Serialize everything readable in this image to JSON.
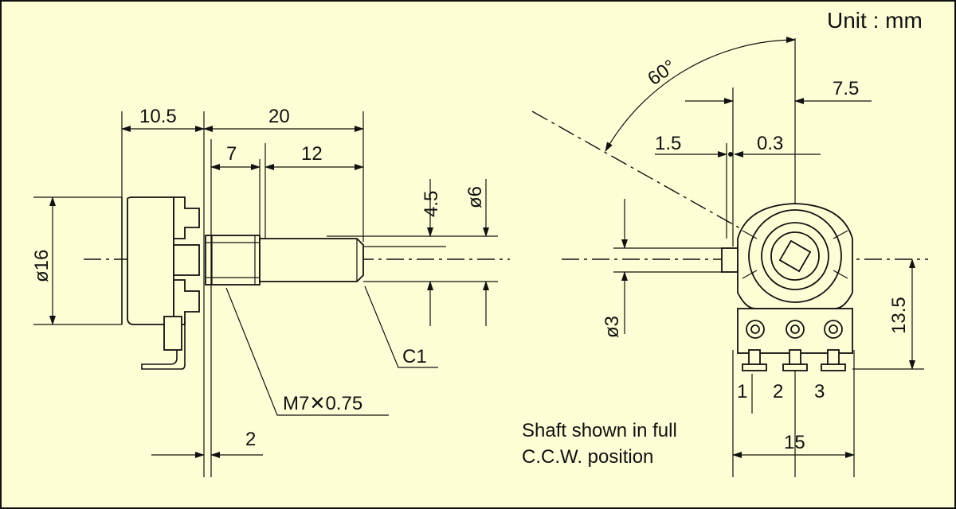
{
  "unit_label": "Unit : mm",
  "side_view": {
    "dim_body_length": "10.5",
    "dim_shaft_total": "20",
    "dim_bushing": "7",
    "dim_shaft_end": "12",
    "dim_diameter_body": "ø16",
    "dim_flat_depth": "4.5",
    "dim_shaft_diameter": "ø6",
    "chamfer": "C1",
    "thread": "M7✕0.75",
    "dim_offset": "2"
  },
  "front_view": {
    "angle": "60°",
    "dim_center_offset": "7.5",
    "dim_slot_width": "1.5",
    "dim_slot_offset": "0.3",
    "dim_pin_diameter": "ø3",
    "dim_height": "13.5",
    "dim_width": "15",
    "terminal_labels": [
      "1",
      "2",
      "3"
    ]
  },
  "note": {
    "line1": "Shaft shown in full",
    "line2": "C.C.W. position"
  }
}
